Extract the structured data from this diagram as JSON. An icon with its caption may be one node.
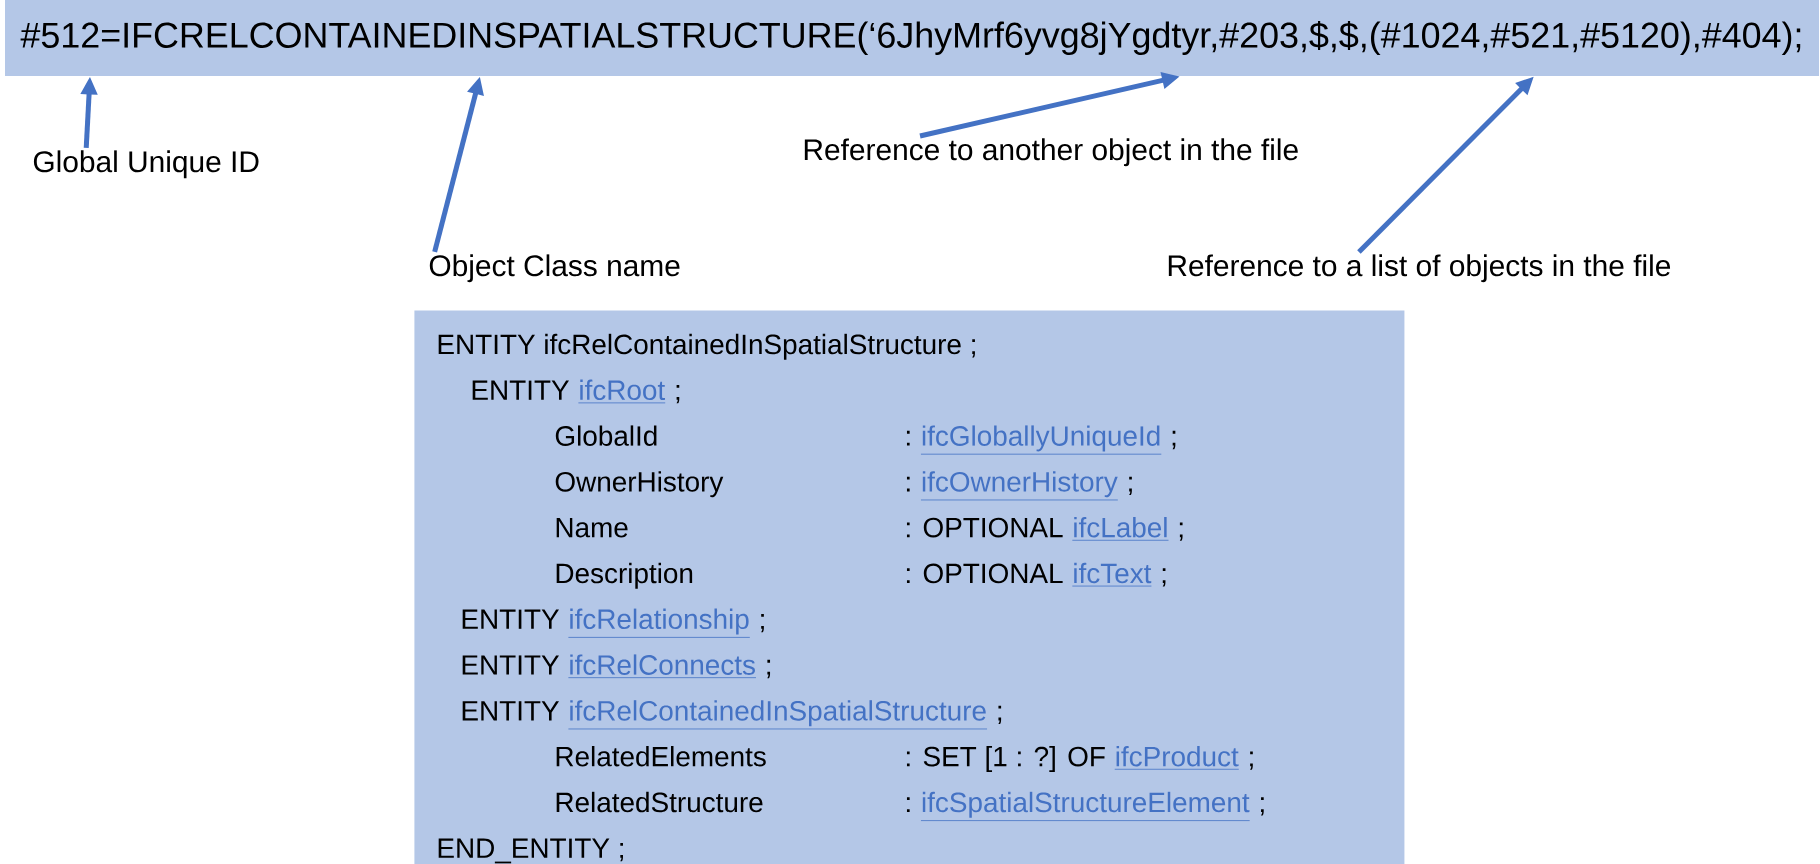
{
  "diagram": {
    "nodes": [
      {
        "text": [
          "#512=IFCRELCONTAINEDINSPATIALSTRUCTURE(‘6JhyMrf6yvg8jYgdtyr,#203,$,$,(#1024,#521,#5120),#404);"
        ]
      },
      {
        "text": [
          "Global Unique ID"
        ]
      },
      {
        "text": [
          "Object Class name"
        ]
      },
      {
        "text": [
          "Reference to another object in the file"
        ]
      },
      {
        "text": [
          "Reference to a list of objects in the file"
        ]
      },
      {
        "text": [
          "ENTITY ifcRelContainedInSpatialStructure ;",
          "ENTITY",
          "ifcRoot",
          ";",
          "GlobalId",
          ":",
          "ifcGloballyUniqueId",
          ";",
          "OwnerHistory",
          ":",
          "ifcOwnerHistory",
          ";",
          "Name",
          ": OPTIONAL",
          "ifcLabel",
          ";",
          "Description",
          ": OPTIONAL",
          "ifcText",
          ";",
          "ENTITY",
          "ifcRelationship",
          ";",
          "ENTITY",
          "ifcRelConnects",
          ";",
          "ENTITY",
          "ifcRelContainedInSpatialStructure",
          ";",
          "RelatedElements",
          ": SET [1 : ?] OF",
          "ifcProduct",
          ";",
          "RelatedStructure",
          ":",
          "ifcSpatialStructureElement",
          ";",
          "END_ENTITY ;"
        ]
      }
    ],
    "edges": [
      {
        "from": 1,
        "to": 0,
        "arrow": "to"
      },
      {
        "from": 2,
        "to": 0,
        "arrow": "to"
      },
      {
        "from": 3,
        "to": 0,
        "arrow": "to"
      },
      {
        "from": 4,
        "to": 0,
        "arrow": "to"
      }
    ]
  }
}
